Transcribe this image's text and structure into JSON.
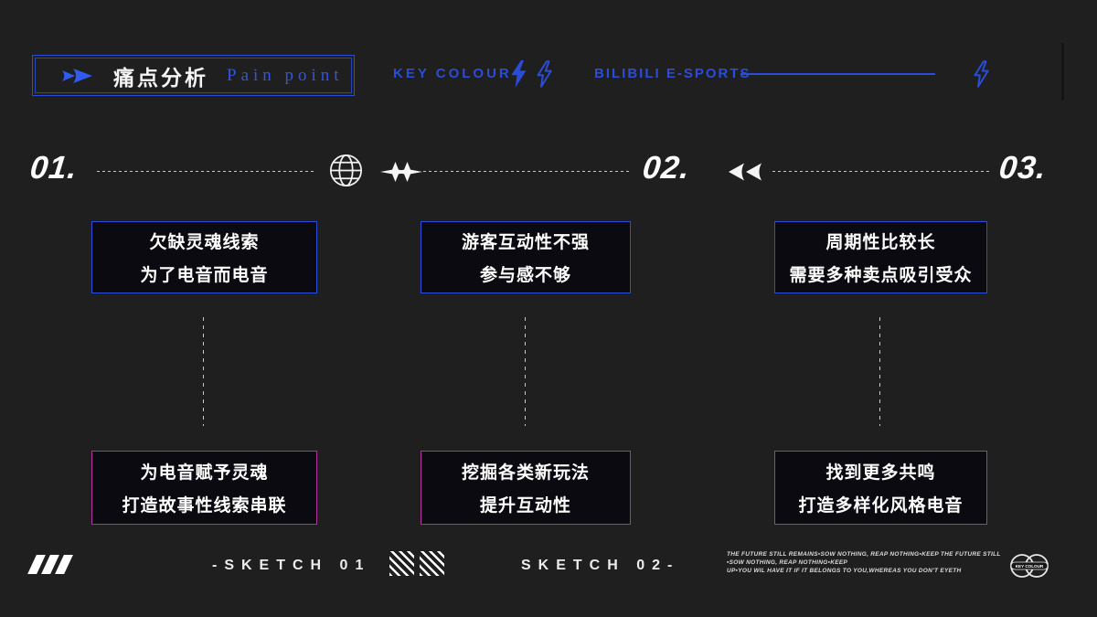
{
  "colors": {
    "background": "#1f1f1f",
    "accent_blue": "#2b4cd7",
    "accent_pink": "#b5309e",
    "box_background": "#0a0a10",
    "text_white": "#f2f2f2"
  },
  "header": {
    "title_cn": "痛点分析",
    "title_en": "Pain point",
    "key_colour_label": "KEY COLOUR",
    "esports_label": "BILIBILI E-SPORTS"
  },
  "icons": [
    "fast-forward-icon",
    "lightning-bolt-filled-icon",
    "lightning-bolt-outline-icon",
    "globe-icon",
    "sparkles-icon",
    "rewind-icon",
    "triple-slash-icon",
    "hatch-square-icon",
    "double-circle-logo"
  ],
  "sections": [
    {
      "number": "01.",
      "problem": [
        "欠缺灵魂线索",
        "为了电音而电音"
      ],
      "solution": [
        "为电音赋予灵魂",
        "打造故事性线索串联"
      ]
    },
    {
      "number": "02.",
      "problem": [
        "游客互动性不强",
        "参与感不够"
      ],
      "solution": [
        "挖掘各类新玩法",
        "提升互动性"
      ]
    },
    {
      "number": "03.",
      "problem": [
        "周期性比较长",
        "需要多种卖点吸引受众"
      ],
      "solution": [
        "找到更多共鸣",
        "打造多样化风格电音"
      ]
    }
  ],
  "footer": {
    "sketch01_label": "-SKETCH 01",
    "sketch02_label": "SKETCH 02-",
    "fine_print_lines": [
      "THE FUTURE STILL REMAINS▪SOW NOTHING, REAP NOTHING▪KEEP THE FUTURE STILL",
      "▪SOW NOTHING, REAP NOTHING▪KEEP",
      "UP▪YOU WIL HAVE IT IF IT BELONGS TO YOU,WHEREAS YOU DON'T EYETH"
    ],
    "logo_label": "KEY COLOUR"
  }
}
